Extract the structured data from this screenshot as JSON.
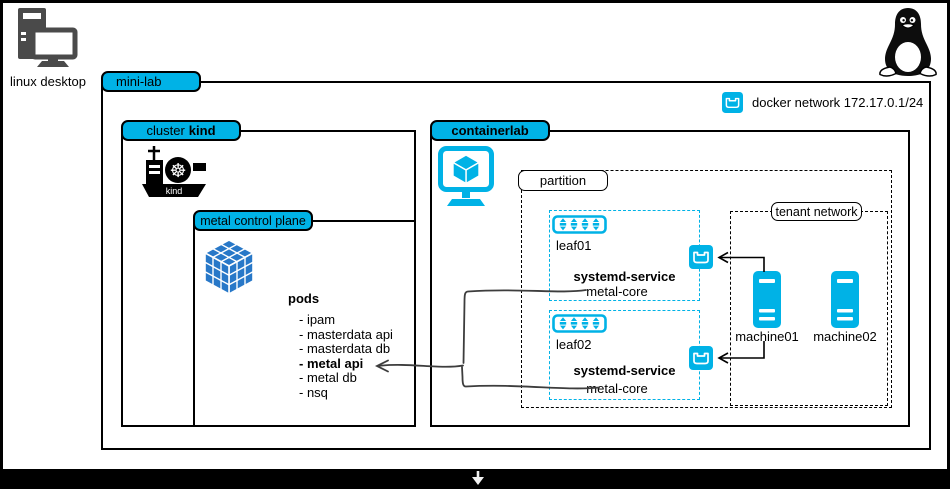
{
  "desktop": {
    "label": "linux desktop"
  },
  "minilab": {
    "label": "mini-lab"
  },
  "cluster": {
    "label_text": "cluster",
    "label_bold": "kind",
    "ship_name": "kind"
  },
  "metal_control_plane": {
    "label": "metal control plane",
    "pods_title": "pods",
    "pods": [
      "- ipam",
      "- masterdata api",
      "- masterdata db",
      "- metal api",
      "- metal db",
      "- nsq"
    ]
  },
  "containerlab": {
    "label": "containerlab"
  },
  "docker_network": {
    "label": "docker network 172.17.0.1/24"
  },
  "partition": {
    "label": "partition"
  },
  "tenant_network": {
    "label": "tenant network"
  },
  "leaves": [
    {
      "name": "leaf01",
      "service_type": "systemd-service",
      "service_name": "metal-core"
    },
    {
      "name": "leaf02",
      "service_type": "systemd-service",
      "service_name": "metal-core"
    }
  ],
  "machines": [
    {
      "name": "machine01"
    },
    {
      "name": "machine02"
    }
  ],
  "colors": {
    "accent_cyan": "#00b2e6",
    "cube_blue": "#2878c8",
    "icon_gray": "#4a4a4a"
  }
}
